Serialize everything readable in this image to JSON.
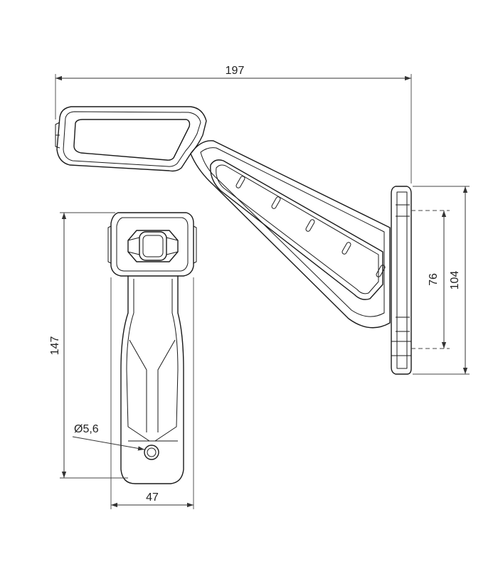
{
  "dimensions": {
    "overall_width": "197",
    "height": "147",
    "base_width": "47",
    "hole_diameter": "Ø5,6",
    "mount_hole_spacing": "76",
    "mount_plate_height": "104"
  }
}
